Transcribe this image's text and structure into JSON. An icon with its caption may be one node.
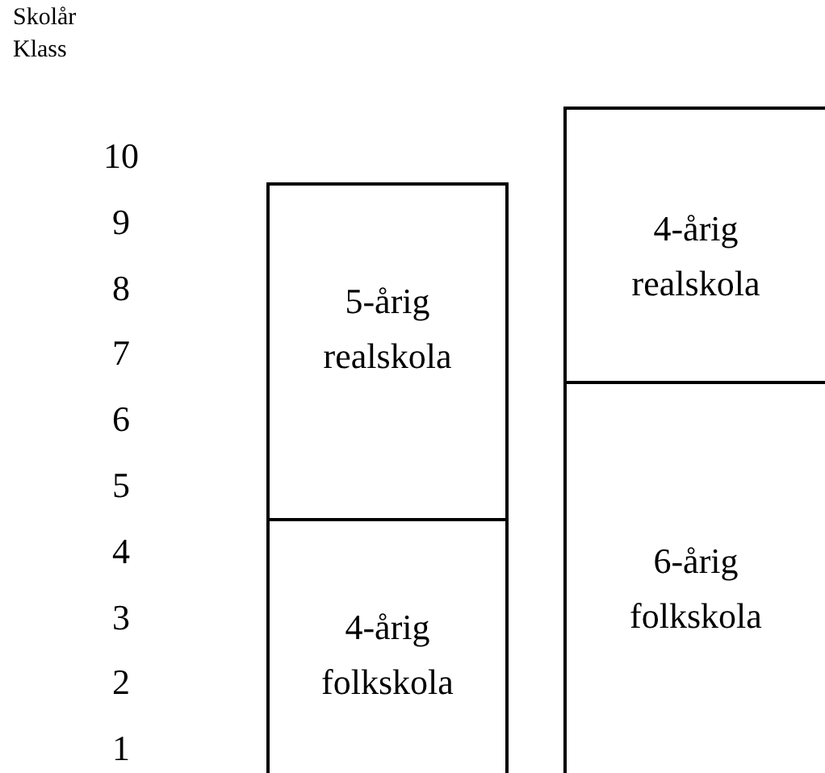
{
  "diagram": {
    "nodes": [
      {
        "text": [
          "5-årig realskola"
        ]
      },
      {
        "text": [
          "4-årig folkskola"
        ]
      },
      {
        "text": [
          "4-årig realskola"
        ]
      },
      {
        "text": [
          "6-årig folkskola"
        ]
      }
    ],
    "labels": [
      "Skolår",
      "Klass",
      "10",
      "9",
      "8",
      "7",
      "6",
      "5",
      "4",
      "3",
      "2",
      "1"
    ]
  }
}
